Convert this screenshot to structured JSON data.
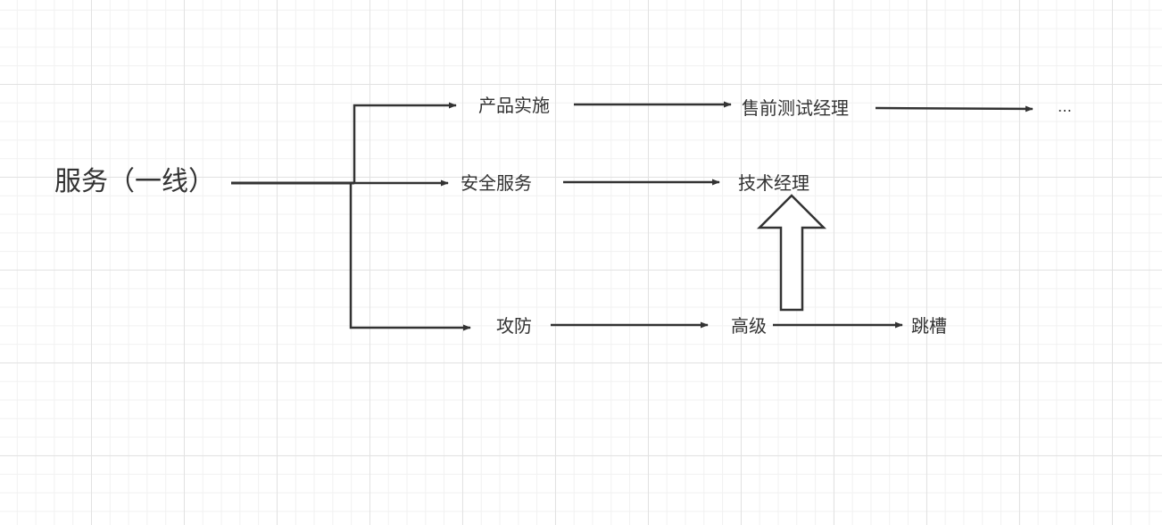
{
  "diagram": {
    "root": "服务（一线）",
    "branches": [
      {
        "label": "产品实施",
        "next": "售前测试经理",
        "then": "…"
      },
      {
        "label": "安全服务",
        "next": "技术经理"
      },
      {
        "label": "攻防",
        "next": "高级",
        "then": "跳槽"
      }
    ],
    "promotion": {
      "from": "高级",
      "to": "技术经理"
    }
  },
  "colors": {
    "line": "#333333",
    "text": "#333333",
    "grid_major": "#e2e2e2",
    "grid_minor": "#f1f1f1"
  }
}
